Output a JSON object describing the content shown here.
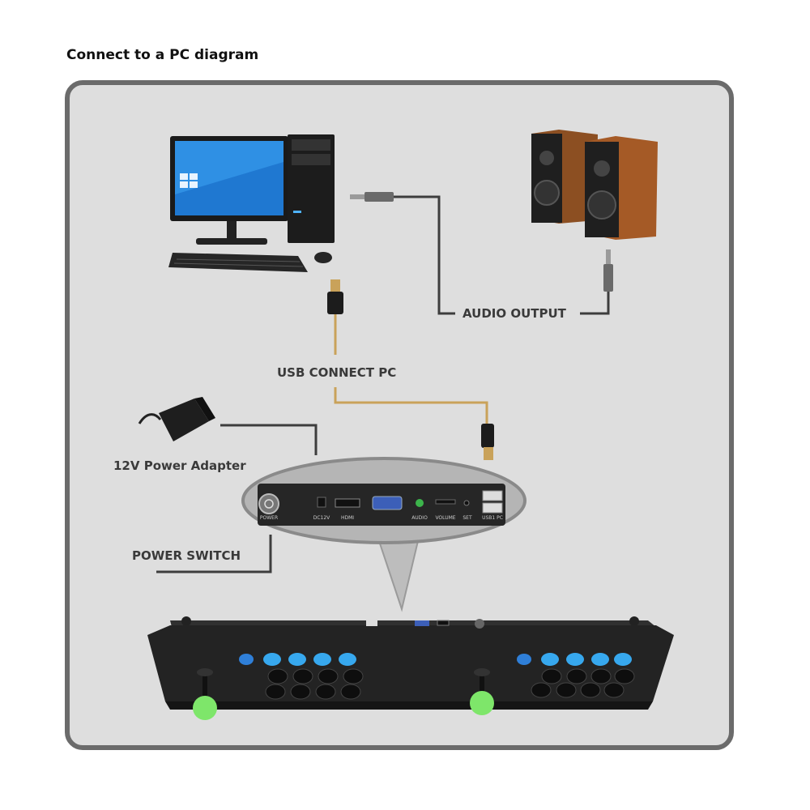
{
  "title": "Connect to a PC diagram",
  "labels": {
    "audio_output": "AUDIO OUTPUT",
    "usb_connect": "USB CONNECT PC",
    "power_adapter": "12V Power Adapter",
    "power_switch": "POWER SWITCH"
  },
  "ports": {
    "power": "POWER",
    "dc": "DC12V",
    "hdmi": "HDMI",
    "audio": "AUDIO",
    "volume": "VOLUME",
    "set": "SET",
    "usb": "USB1 PC"
  },
  "colors": {
    "cable_gold": "#c9a25a",
    "cable_dark": "#3d3d3d",
    "button_blue": "#37a8ee",
    "joystick_green": "#7ee66a",
    "panel_bg": "#dedede",
    "panel_border": "#6b6b6b"
  }
}
